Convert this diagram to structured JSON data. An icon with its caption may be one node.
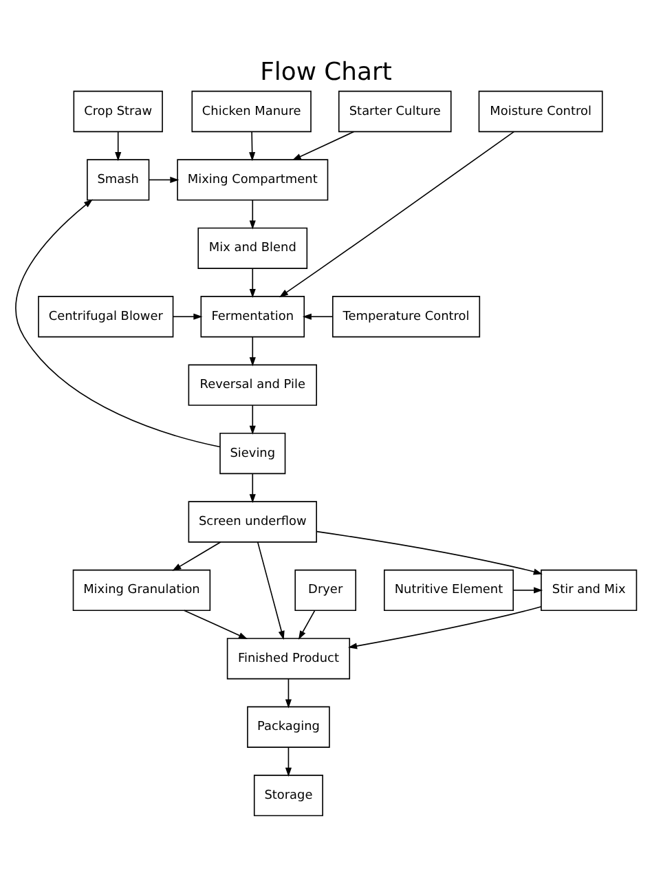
{
  "diagram": {
    "title": "Flow Chart",
    "nodes": [
      {
        "text": [
          "Crop Straw"
        ]
      },
      {
        "text": [
          "Chicken Manure"
        ]
      },
      {
        "text": [
          "Starter Culture"
        ]
      },
      {
        "text": [
          "Smash"
        ]
      },
      {
        "text": [
          "Mixing Compartment"
        ]
      },
      {
        "text": [
          "Mix and Blend"
        ]
      },
      {
        "text": [
          "Centrifugal Blower"
        ]
      },
      {
        "text": [
          "Fermentation"
        ]
      },
      {
        "text": [
          "Temperature Control"
        ]
      },
      {
        "text": [
          "Moisture Control"
        ]
      },
      {
        "text": [
          "Reversal and Pile"
        ]
      },
      {
        "text": [
          "Sieving"
        ]
      },
      {
        "text": [
          "Screen underflow"
        ]
      },
      {
        "text": [
          "Nutritive Element"
        ]
      },
      {
        "text": [
          "Stir and Mix"
        ]
      },
      {
        "text": [
          "Mixing Granulation"
        ]
      },
      {
        "text": [
          "Dryer"
        ]
      },
      {
        "text": [
          "Finished Product"
        ]
      },
      {
        "text": [
          "Packaging"
        ]
      },
      {
        "text": [
          "Storage"
        ]
      }
    ],
    "edges": [
      {
        "from": 0,
        "to": 3,
        "arrow": "to"
      },
      {
        "from": 1,
        "to": 4,
        "arrow": "to"
      },
      {
        "from": 2,
        "to": 4,
        "arrow": "to"
      },
      {
        "from": 3,
        "to": 4,
        "arrow": "to"
      },
      {
        "from": 4,
        "to": 5,
        "arrow": "to"
      },
      {
        "from": 5,
        "to": 7,
        "arrow": "to"
      },
      {
        "from": 6,
        "to": 7,
        "arrow": "to"
      },
      {
        "from": 8,
        "to": 7,
        "arrow": "to"
      },
      {
        "from": 9,
        "to": 7,
        "arrow": "to"
      },
      {
        "from": 7,
        "to": 10,
        "arrow": "to"
      },
      {
        "from": 10,
        "to": 11,
        "arrow": "to"
      },
      {
        "from": 11,
        "to": 3,
        "arrow": "to"
      },
      {
        "from": 11,
        "to": 12,
        "arrow": "to"
      },
      {
        "from": 12,
        "to": 14,
        "arrow": "to"
      },
      {
        "from": 12,
        "to": 15,
        "arrow": "to"
      },
      {
        "from": 12,
        "to": 17,
        "arrow": "to"
      },
      {
        "from": 13,
        "to": 14,
        "arrow": "to"
      },
      {
        "from": 14,
        "to": 17,
        "arrow": "to"
      },
      {
        "from": 15,
        "to": 17,
        "arrow": "to"
      },
      {
        "from": 16,
        "to": 17,
        "arrow": "to"
      },
      {
        "from": 17,
        "to": 18,
        "arrow": "to"
      },
      {
        "from": 18,
        "to": 19,
        "arrow": "to"
      }
    ]
  }
}
